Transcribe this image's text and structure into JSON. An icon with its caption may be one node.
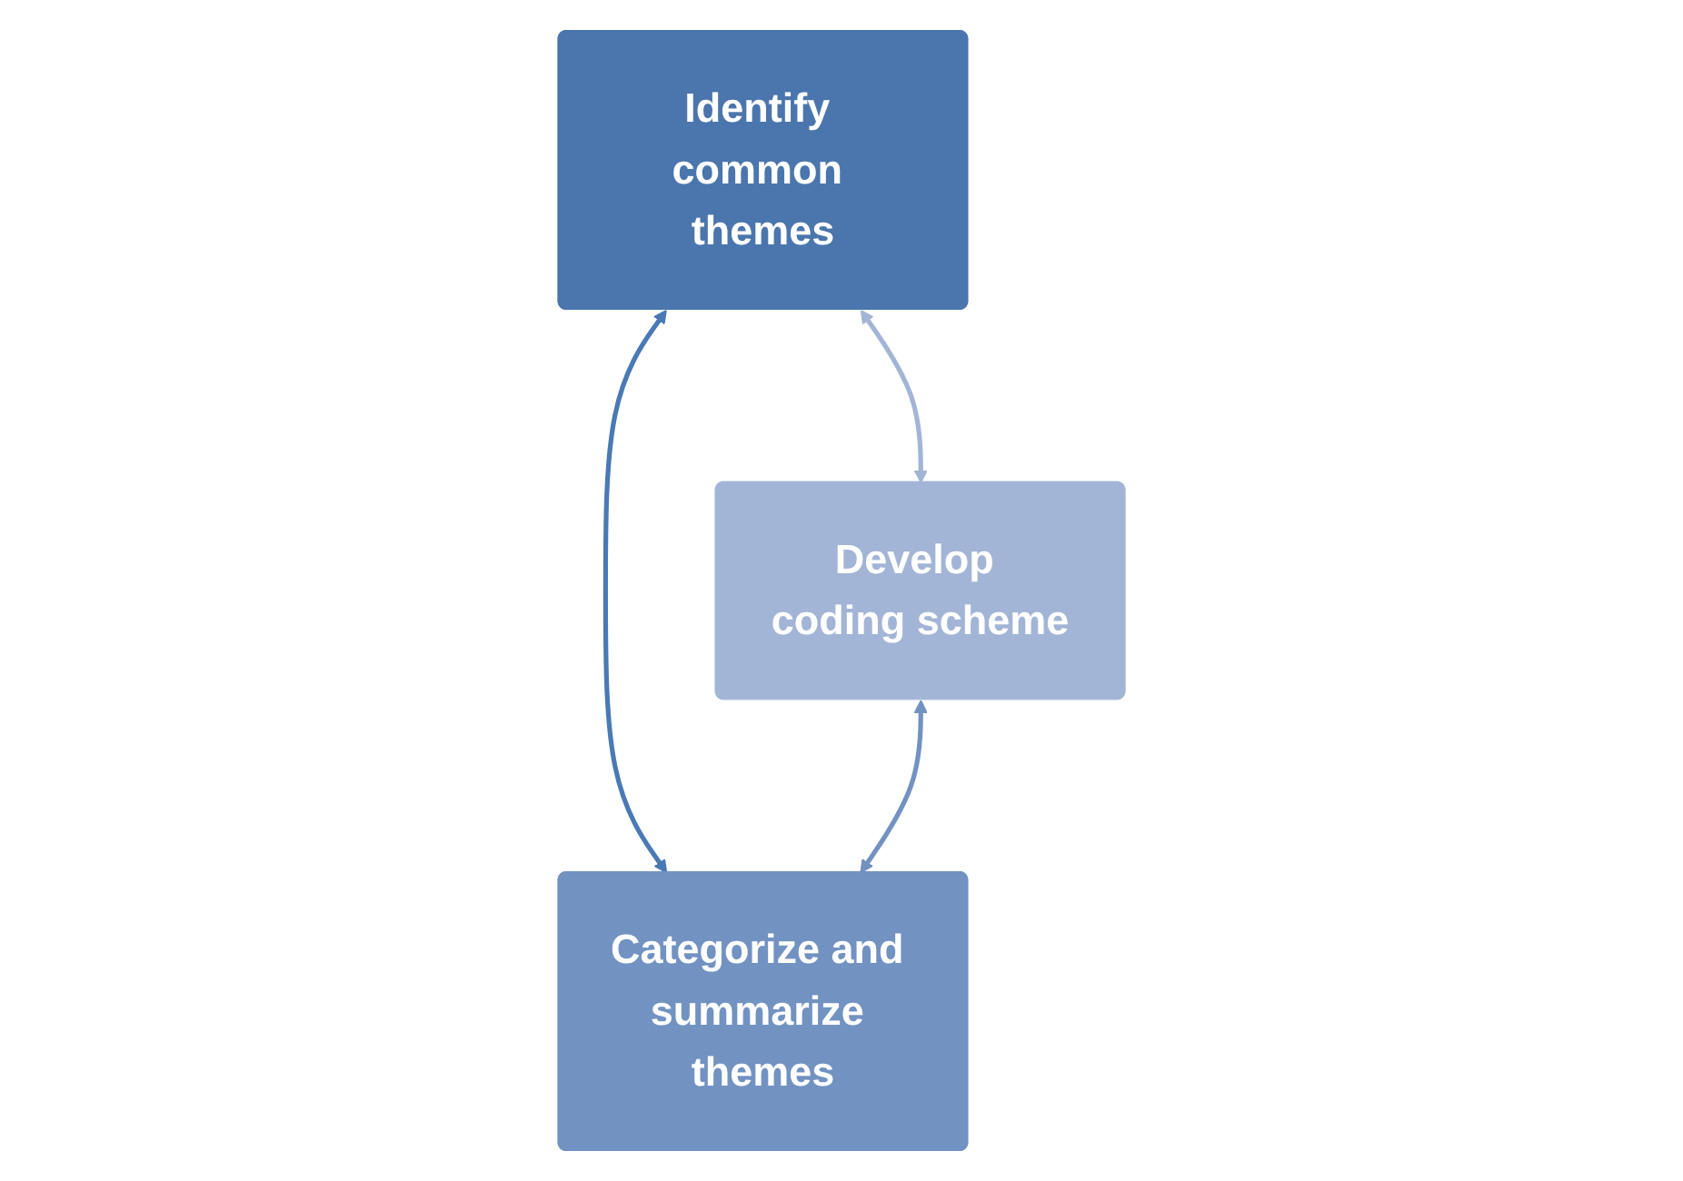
{
  "diagram": {
    "nodes": [
      {
        "text": [
          "Identify common themes"
        ]
      },
      {
        "text": [
          "Develop coding scheme"
        ]
      },
      {
        "text": [
          "Categorize and summarize themes"
        ]
      }
    ],
    "edges": [
      {
        "from": 0,
        "to": 1,
        "arrow": "both",
        "color": "#a3b5d6"
      },
      {
        "from": 0,
        "to": 2,
        "arrow": "both",
        "color": "#4a7ab5"
      },
      {
        "from": 1,
        "to": 2,
        "arrow": "both",
        "color": "#7292c2"
      }
    ]
  }
}
